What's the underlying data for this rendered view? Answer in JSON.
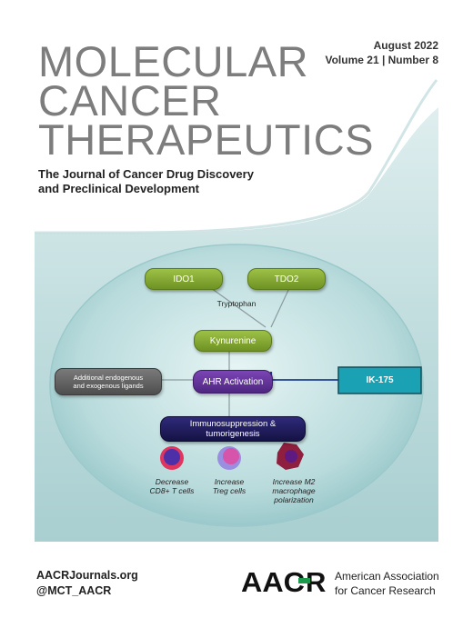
{
  "journal": {
    "title_lines": [
      "MOLECULAR",
      "CANCER",
      "THERAPEUTICS"
    ],
    "subtitle_lines": [
      "The Journal of Cancer Drug Discovery",
      "and Preclinical Development"
    ],
    "issue_date": "August 2022",
    "issue_volume": "Volume 21  |  Number 8"
  },
  "diagram": {
    "nodes": {
      "ido1": "IDO1",
      "tdo2": "TDO2",
      "tryptophan": "Tryptophan",
      "kynurenine": "Kynurenine",
      "ligands_line1": "Additional endogenous",
      "ligands_line2": "and exogenous ligands",
      "ahr": "AHR Activation",
      "ik175": "IK-175",
      "immuno_line1": "Immunosuppression &",
      "immuno_line2": "tumorigenesis"
    },
    "outcomes": [
      {
        "line1": "Decrease",
        "line2": "CD8+ T cells",
        "line3": ""
      },
      {
        "line1": "Increase",
        "line2": "Treg cells",
        "line3": ""
      },
      {
        "line1": "Increase M2",
        "line2": "macrophage",
        "line3": "polarization"
      }
    ],
    "colors": {
      "green": "#7fa52e",
      "purple": "#5c2f8e",
      "teal": "#1aa1b3",
      "navy": "#1e1a5e",
      "gray": "#5a5a5a"
    }
  },
  "footer": {
    "website": "AACRJournals.org",
    "handle": "@MCT_AACR",
    "logo_text": "AACR",
    "org_line1": "American Association",
    "org_line2": "for Cancer Research"
  }
}
